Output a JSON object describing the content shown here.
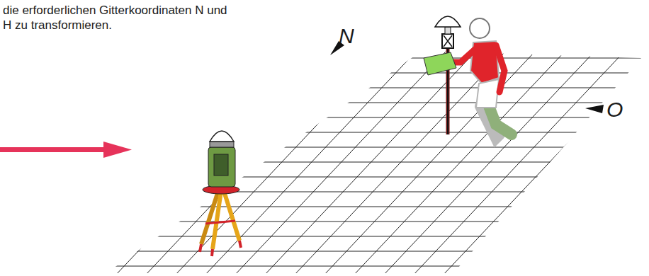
{
  "diagram": {
    "labels": [
      "die erforderlichen Gitterkoordinaten N und H zu transformieren.",
      "N",
      "O"
    ]
  }
}
